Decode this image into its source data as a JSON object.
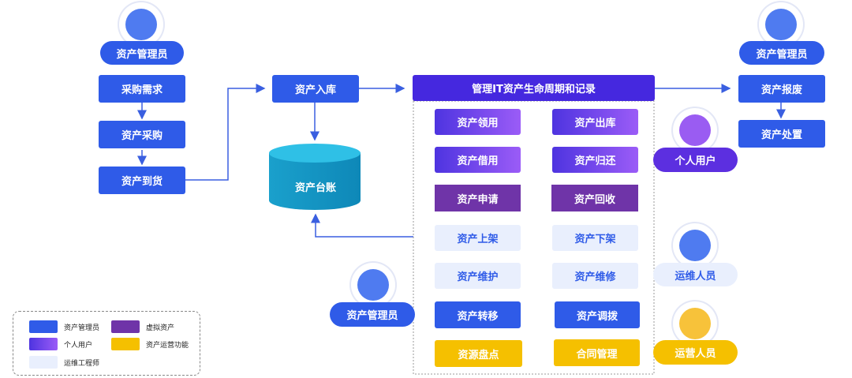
{
  "left_column": {
    "role": "资产管理员",
    "steps": [
      "采购需求",
      "资产采购",
      "资产到货"
    ]
  },
  "storage": {
    "inbound": "资产入库",
    "ledger": "资产台账"
  },
  "main": {
    "title": "管理IT资产生命周期和记录",
    "rows": [
      [
        "资产领用",
        "资产出库"
      ],
      [
        "资产借用",
        "资产归还"
      ],
      [
        "资产申请",
        "资产回收"
      ],
      [
        "资产上架",
        "资产下架"
      ],
      [
        "资产维护",
        "资产维修"
      ],
      [
        "资产转移",
        "资产调拨"
      ],
      [
        "资源盘点",
        "合同管理"
      ]
    ]
  },
  "right_column": {
    "role": "资产管理员",
    "steps": [
      "资产报废",
      "资产处置"
    ]
  },
  "roles": {
    "bottom_admin": "资产管理员",
    "personal_user": "个人用户",
    "ops_engineer": "运维人员",
    "operations": "运营人员"
  },
  "legend": [
    {
      "label": "资产管理员",
      "color": "#2f5be8"
    },
    {
      "label": "虚拟资产",
      "color": "#6f34a8"
    },
    {
      "label": "个人用户",
      "color": "#6a45ee"
    },
    {
      "label": "资产运营功能",
      "color": "#f5c000"
    },
    {
      "label": "运维工程师",
      "color": "#e9effd"
    }
  ],
  "colors": {
    "blue": "#2f5be8",
    "purple": "#7a4cf0",
    "violet": "#6f34a8",
    "light": "#e9effd",
    "yellow": "#f5c000"
  }
}
